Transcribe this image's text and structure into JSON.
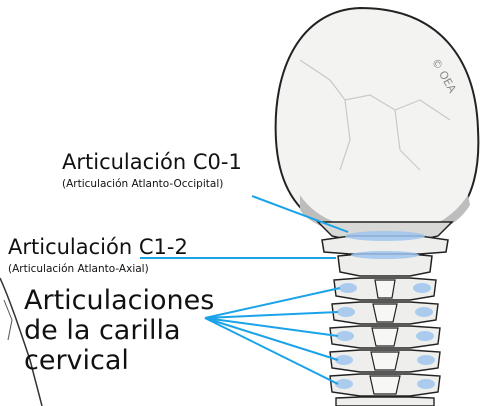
{
  "labels": {
    "c01_title": "Articulación C0-1",
    "c01_subtitle": "(Articulación Atlanto-Occipital)",
    "c12_title": "Articulación C1-2",
    "c12_subtitle": "(Articulación Atlanto-Axial)",
    "facet_title": "Articulaciones de la carilla cervical",
    "copyright": "© OEA"
  },
  "colors": {
    "leader_line": "#1aa3e8",
    "bone": "#f3f3f1",
    "bone_shadow": "#bdbdbd",
    "joint_highlight": "#9fc6ee",
    "text": "#111111"
  }
}
